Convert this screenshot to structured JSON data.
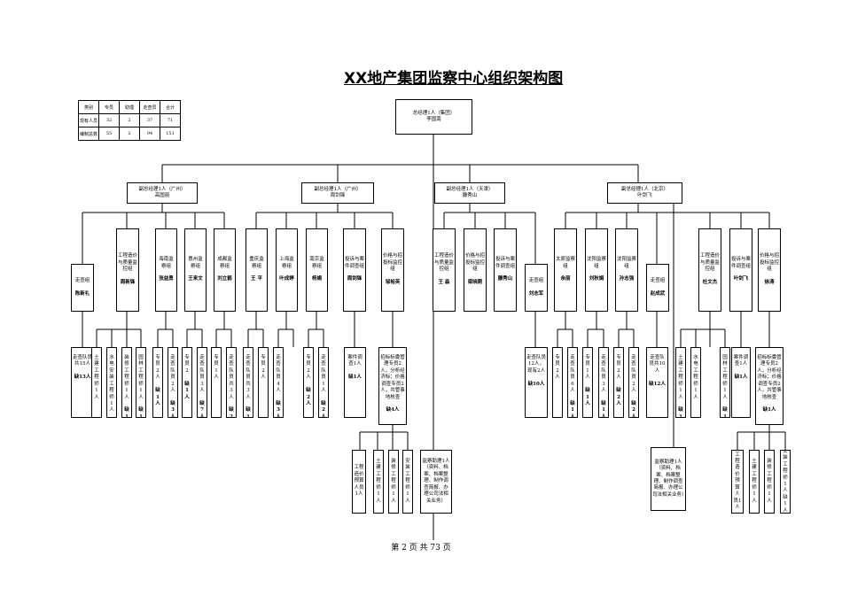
{
  "page": {
    "title": "XX地产集团监察中心组织架构图",
    "footer": "第 2 页 共 73 页"
  },
  "stats": {
    "headers": [
      "类别",
      "专员",
      "助理",
      "走查员",
      "合计"
    ],
    "rows": [
      [
        "现有人员",
        "32",
        "2",
        "37",
        "71"
      ],
      [
        "编制总数",
        "55",
        "2",
        "94",
        "151"
      ]
    ]
  },
  "top": {
    "line1": "总经理1人（集团）",
    "line2": "李国南"
  },
  "vps": [
    {
      "line1": "副总经理1人（广州）",
      "line2": "高国丽"
    },
    {
      "line1": "副总经理1人（广州）",
      "line2": "周剑锋"
    },
    {
      "line1": "副总经理1人（天津）",
      "line2": "滕秀山"
    },
    {
      "line1": "副总经理1人（北京）",
      "line2": "叶剑飞"
    }
  ],
  "depts": [
    {
      "name": "走查组",
      "lead": "陈新礼"
    },
    {
      "name": "工程造价与质量监控组",
      "lead": "周新锋"
    },
    {
      "name": "海南监察组",
      "lead": "张益勇"
    },
    {
      "name": "惠州监察组",
      "lead": "王来文"
    },
    {
      "name": "成都监察组",
      "lead": "刘立鹤"
    },
    {
      "name": "重庆监察组",
      "lead": "王 平"
    },
    {
      "name": "上海监察组",
      "lead": "叶成婷"
    },
    {
      "name": "南京监察组",
      "lead": "杨娟"
    },
    {
      "name": "投诉与案件调查组",
      "lead": "周剑锋"
    },
    {
      "name": "价格与招投标监控组",
      "lead": "邹裕英"
    },
    {
      "name": "工程造价与质量监控组",
      "lead": "王 淼"
    },
    {
      "name": "价格与招投标监控组",
      "lead": "梁晓刚"
    },
    {
      "name": "投诉与案件调查组",
      "lead": "滕秀山"
    },
    {
      "name": "走查组",
      "lead": "刘志军"
    },
    {
      "name": "太原监察组",
      "lead": "余丽"
    },
    {
      "name": "沈阳监察组",
      "lead": "刘秋娟"
    },
    {
      "name": "沈阳监察组",
      "lead": "孙志强"
    },
    {
      "name": "走查组",
      "lead": "赵成武"
    },
    {
      "name": "工程造价与质量监控组",
      "lead": "杜文杰"
    },
    {
      "name": "投诉与案件调查组",
      "lead": "叶剑飞"
    },
    {
      "name": "价格与招投标监控组",
      "lead": "徐涛"
    }
  ],
  "staff": [
    {
      "text": "走查队员共15人",
      "vac": "缺13人"
    },
    {
      "text": "土建工程师1人",
      "vac": ""
    },
    {
      "text": "水电安装工程师1人",
      "vac": "缺1人"
    },
    {
      "text": "装修工程师1人",
      "vac": "缺1人"
    },
    {
      "text": "园林工程师1人",
      "vac": "缺1人"
    },
    {
      "text": "专员2人",
      "vac": "缺1人"
    },
    {
      "text": "走查队员2人",
      "vac": "缺3人"
    },
    {
      "text": "专员2",
      "vac": "缺1人"
    },
    {
      "text": "走查队员3人",
      "vac": "缺7人"
    },
    {
      "text": "专员1人",
      "vac": ""
    },
    {
      "text": "走查队员共3人",
      "vac": "缺2人"
    },
    {
      "text": "走查队员共3人",
      "vac": "缺1人"
    },
    {
      "text": "专员2人",
      "vac": ""
    },
    {
      "text": "走查队员4人",
      "vac": "缺3人"
    },
    {
      "text": "专员2人",
      "vac": "缺2人"
    },
    {
      "text": "走查队员1人",
      "vac": "缺2人"
    },
    {
      "text": "案件调查1人",
      "vac": "缺1人"
    },
    {
      "text": "招标标委管理专员2人，分析经济标；价格调查专员2人，共管事地核查",
      "vac": "缺4人"
    },
    {
      "text": "走查队员12人，现有2人",
      "vac": "缺10人"
    },
    {
      "text": "专员2人",
      "vac": ""
    },
    {
      "text": "走查队员6人",
      "vac": "缺1人"
    },
    {
      "text": "专员1人",
      "vac": "缺1人"
    },
    {
      "text": "走查队员3人",
      "vac": "缺1人"
    },
    {
      "text": "专员2人",
      "vac": "缺2人"
    },
    {
      "text": "走查队员2人",
      "vac": "缺2人"
    },
    {
      "text": "走查队员共10人",
      "vac": "缺12人"
    },
    {
      "text": "土建工程师1人",
      "vac": "缺1人"
    },
    {
      "text": "水电工程师1人",
      "vac": ""
    },
    {
      "text": "园林工程师1人",
      "vac": "缺1人"
    },
    {
      "text": "案件调查1人",
      "vac": "缺1人"
    },
    {
      "text": "招标标委管理专员2人，分析经济标；价格调查专员2人，共管事地核查",
      "vac": "缺1人"
    }
  ],
  "bottom": [
    {
      "text": "工程造价预算人员1人"
    },
    {
      "text": "土建工程师1人"
    },
    {
      "text": "装修工程师1人"
    },
    {
      "text": "安装工程师1人"
    },
    {
      "text": "监察助理1人（资料、档案、档案整理、制作调查简报、办理公司法相关业务）"
    },
    {
      "text": "监察助理1人（资料、档案、档案整理、制作调查简报、办理公司法相关业务）"
    },
    {
      "text": "工程造价预算人员1人"
    },
    {
      "text": "土建工程师1人"
    },
    {
      "text": "装修工程师1人"
    },
    {
      "text": "安装工程师1人缺1人"
    }
  ]
}
